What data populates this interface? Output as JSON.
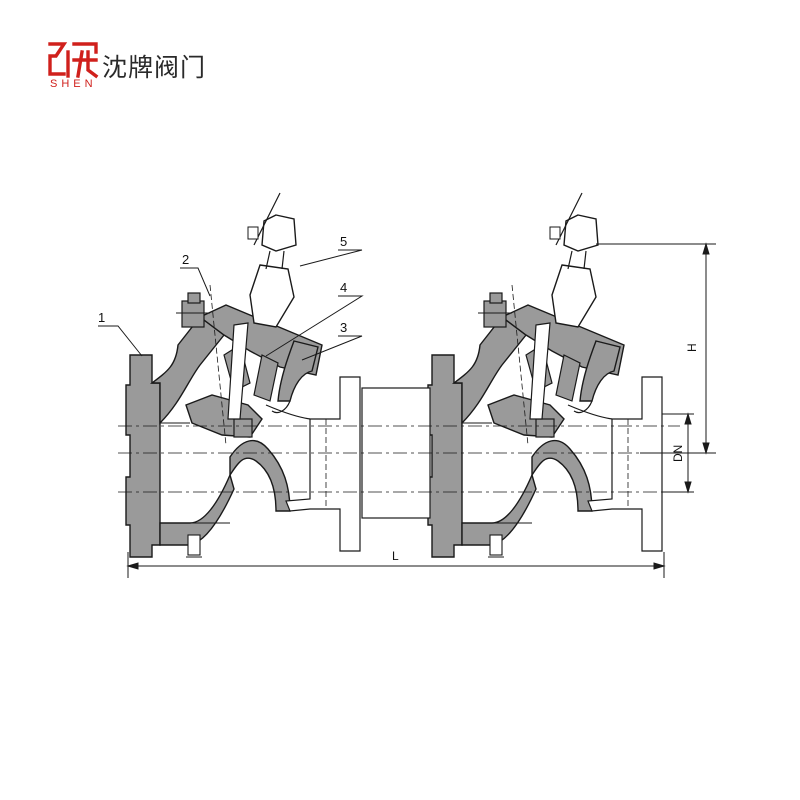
{
  "brand": {
    "name": "沈牌阀门",
    "sub": "SHEN",
    "accent_color": "#d0201c"
  },
  "diagram": {
    "part_labels": [
      "1",
      "2",
      "3",
      "4",
      "5"
    ],
    "dimensions": {
      "length": "L",
      "height": "H",
      "nominal_diameter": "DN"
    },
    "body_color": "#9a9a9a",
    "line_color": "#1a1a1a"
  }
}
